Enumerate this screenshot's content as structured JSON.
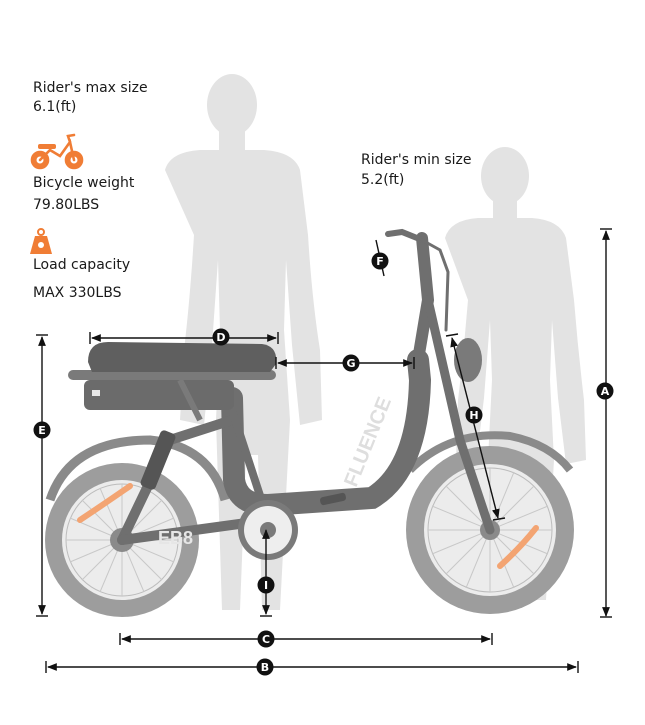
{
  "specs": {
    "rider_max": {
      "label": "Rider's max size",
      "value": "6.1(ft)"
    },
    "bicycle_weight": {
      "label": "Bicycle weight",
      "value": "79.80LBS"
    },
    "load_capacity": {
      "label": "Load capacity",
      "value": "MAX 330LBS"
    },
    "rider_min": {
      "label": "Rider's min size",
      "value": "5.2(ft)"
    }
  },
  "bike": {
    "brand": "FLUENCE",
    "model": "EB8"
  },
  "dimension_markers": [
    "A",
    "B",
    "C",
    "D",
    "E",
    "F",
    "G",
    "H",
    "I"
  ],
  "colors": {
    "accent_orange": "#f07d35",
    "silhouette": "#e2e2e2",
    "bike_body": "#6f6f6f",
    "tire": "#9a9a9a",
    "line": "#111111"
  },
  "icons": {
    "bicycle_weight": "scooter-bike-icon",
    "load_capacity": "weight-icon"
  }
}
